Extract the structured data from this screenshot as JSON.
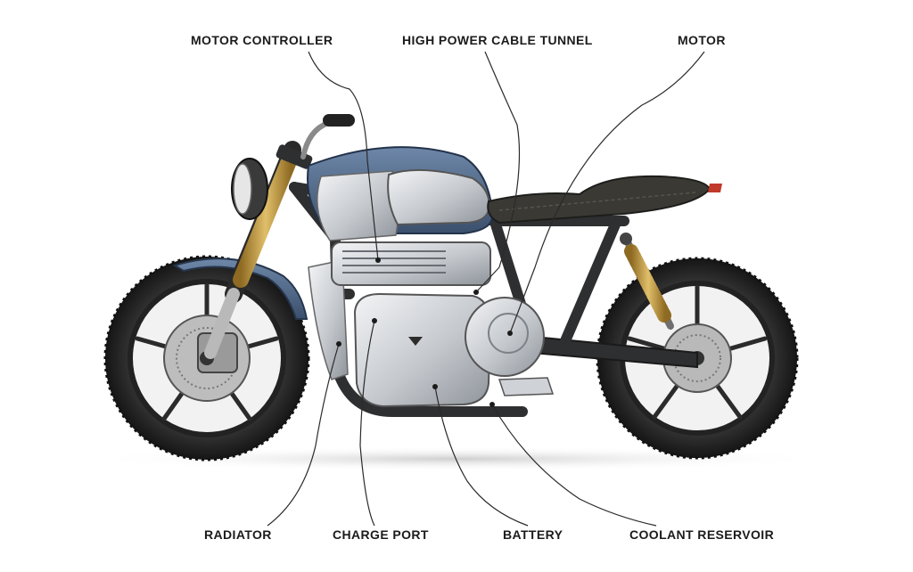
{
  "labels": {
    "motor_controller": "MOTOR CONTROLLER",
    "high_power_cable_tunnel": "HIGH POWER CABLE TUNNEL",
    "motor": "MOTOR",
    "radiator": "RADIATOR",
    "charge_port": "CHARGE PORT",
    "battery": "BATTERY",
    "coolant_reservoir": "COOLANT RESERVOIR"
  },
  "colors": {
    "tank_blue": "#4f6a8c",
    "fork_gold": "#c9a24a",
    "frame_dark": "#2e2f31",
    "seat": "#3a3934",
    "aluminum": "#c9ccd0",
    "tail_light": "#c0392b"
  }
}
